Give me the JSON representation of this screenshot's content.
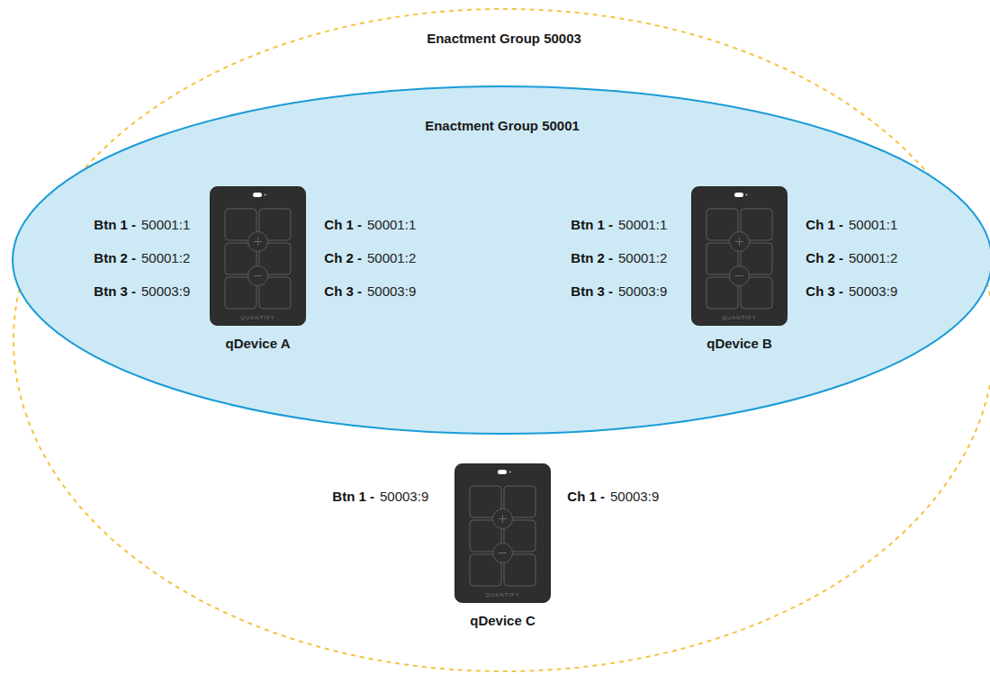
{
  "diagram": {
    "nodes": [
      {
        "text": [
          "Enactment Group 50003"
        ]
      },
      {
        "text": [
          "Enactment Group 50001"
        ],
        "in": 0
      },
      {
        "text": [
          "qDevice A",
          "QUANTIFY"
        ],
        "in": 1
      },
      {
        "text": [
          "qDevice B",
          "QUANTIFY"
        ],
        "in": 1
      },
      {
        "text": [
          "qDevice C",
          "QUANTIFY"
        ],
        "in": 0
      }
    ],
    "labels": [
      "Btn 1 -",
      "50001:1",
      "Btn 2 -",
      "50001:2",
      "Btn 3 -",
      "50003:9",
      "Ch 1 -",
      "50001:1",
      "Ch 2 -",
      "50001:2",
      "Ch 3 -",
      "50003:9",
      "Btn 1 -",
      "50001:1",
      "Btn 2 -",
      "50001:2",
      "Btn 3 -",
      "50003:9",
      "Ch 1 -",
      "50001:1",
      "Ch 2 -",
      "50001:2",
      "Ch 3 -",
      "50003:9",
      "Btn 1 -",
      "50003:9",
      "Ch 1 -",
      "50003:9"
    ]
  }
}
